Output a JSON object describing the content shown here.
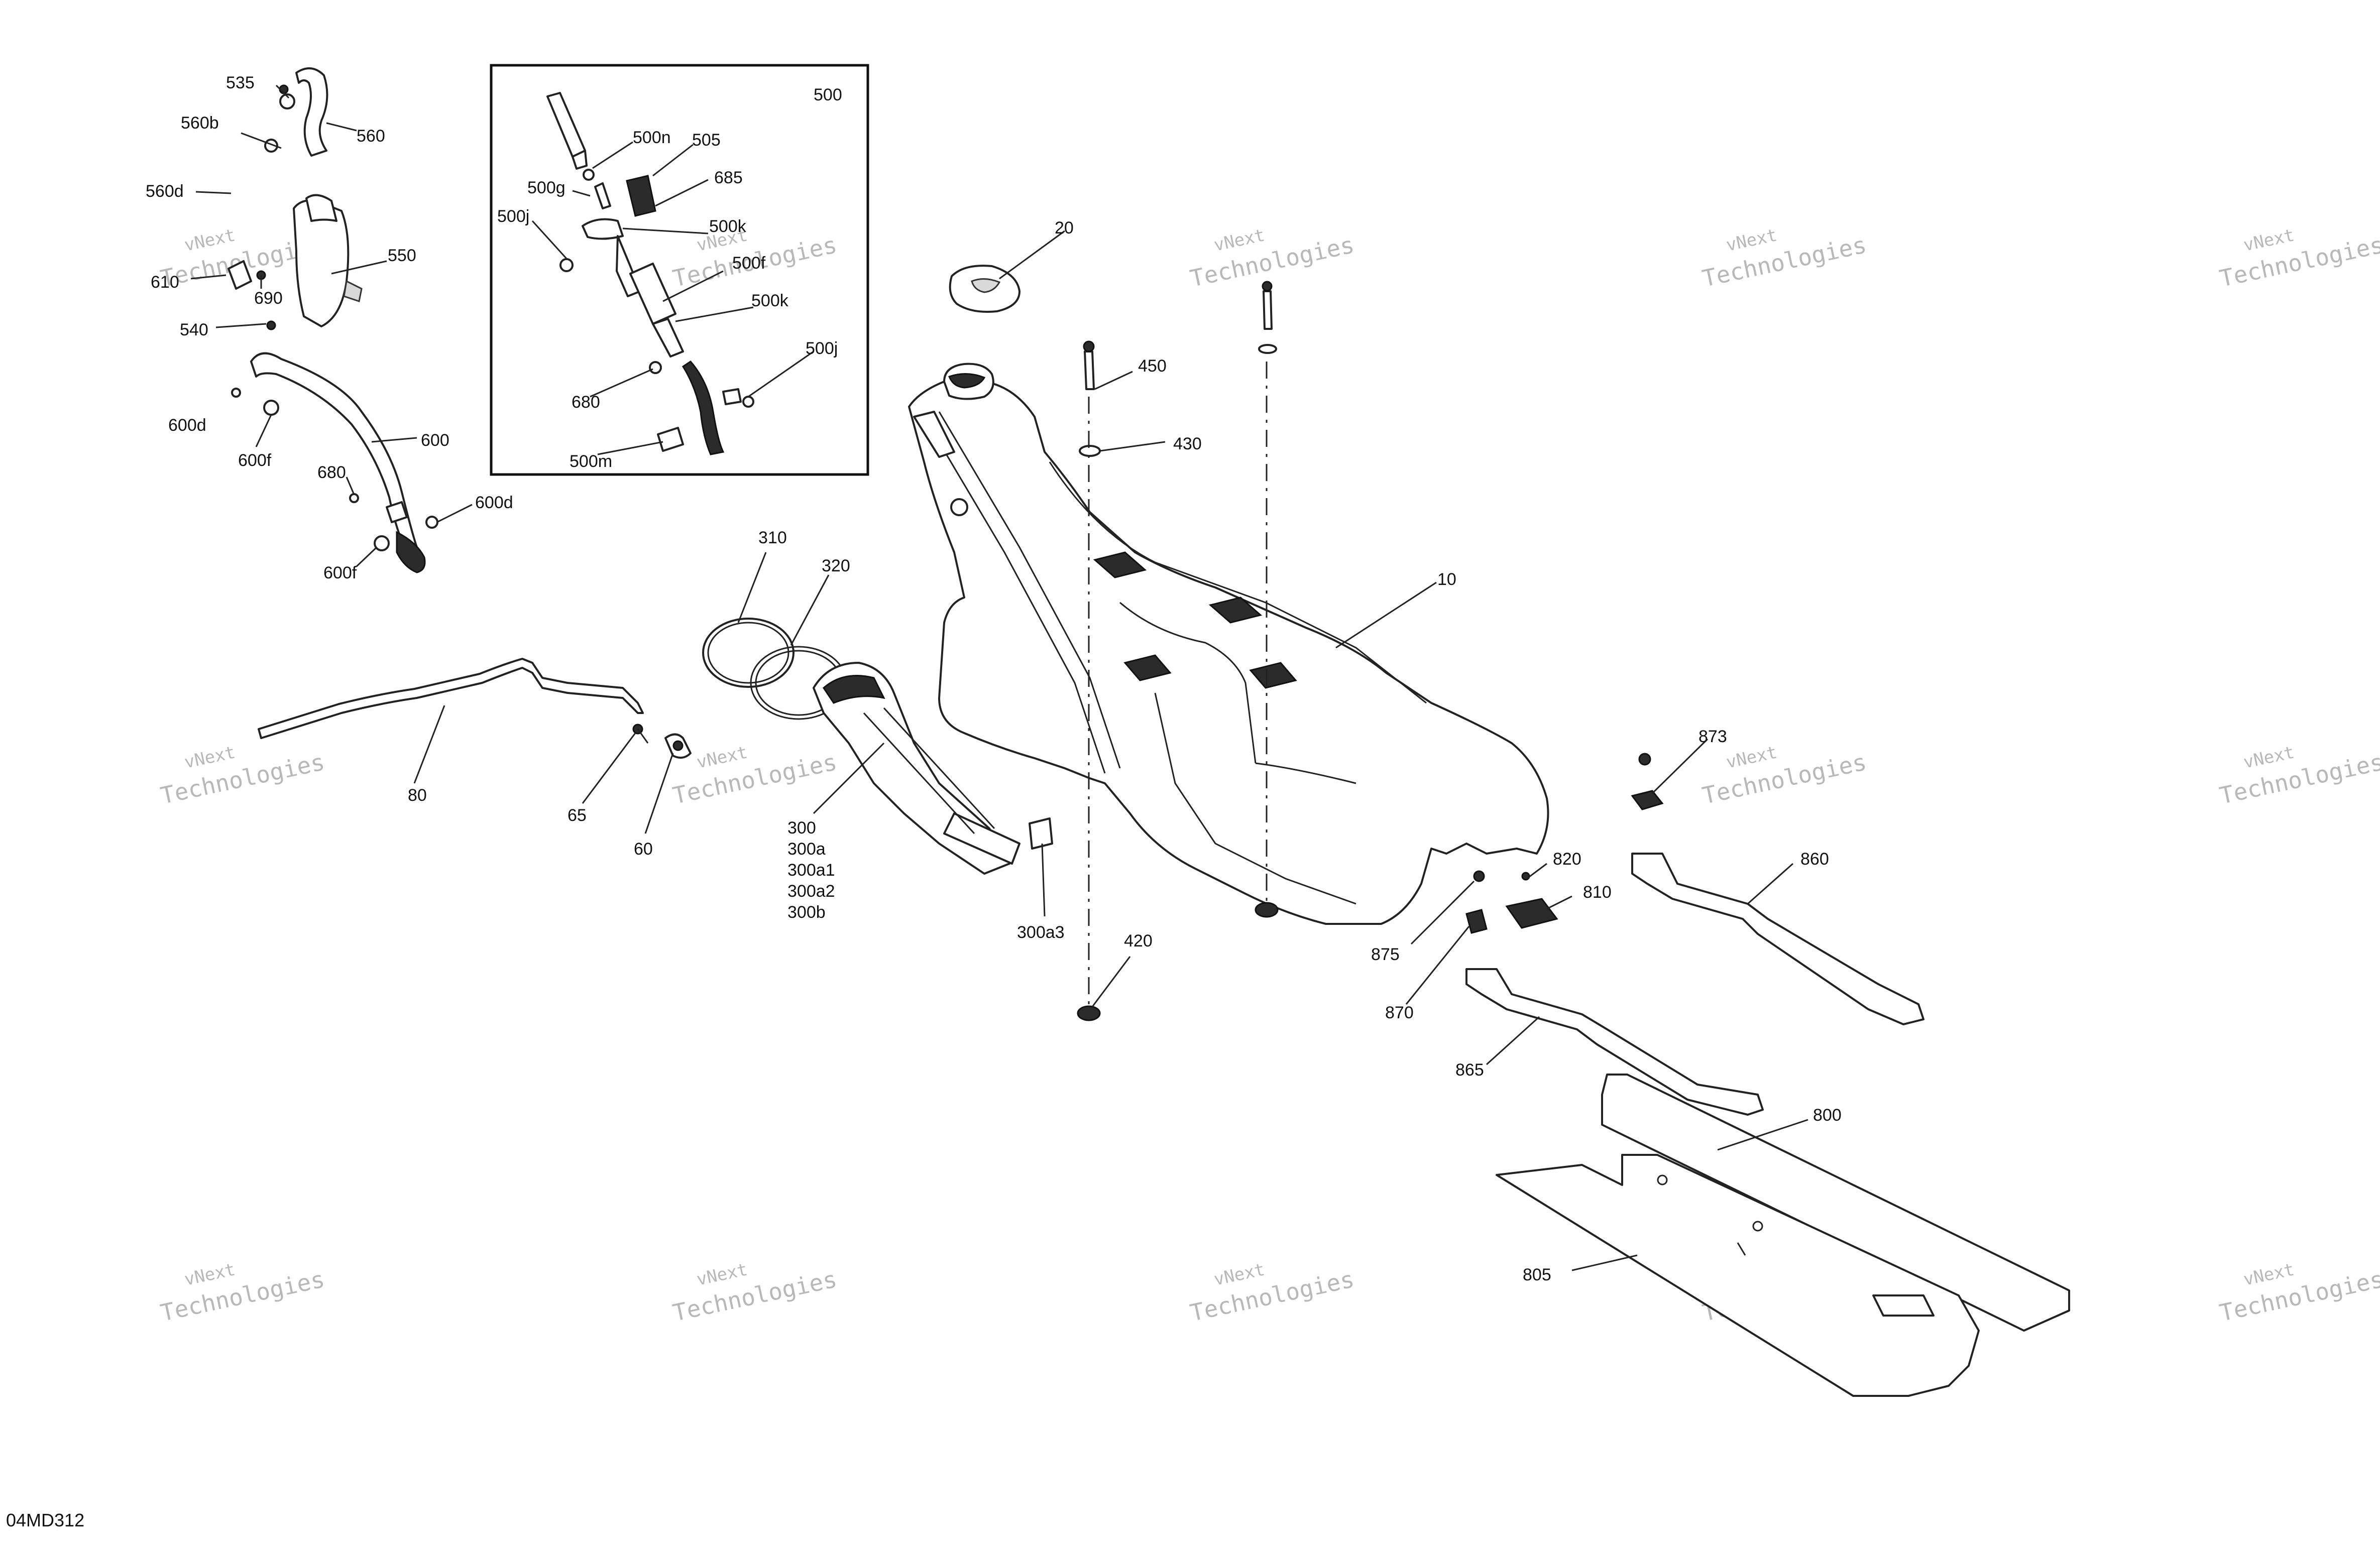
{
  "diagram": {
    "reference_code": "04MD312",
    "inset_title": "500",
    "watermark": {
      "line1": "vNext",
      "line2": "Technologies"
    },
    "callouts": {
      "c535": "535",
      "c560b": "560b",
      "c560": "560",
      "c560d": "560d",
      "c550": "550",
      "c610": "610",
      "c690": "690",
      "c540": "540",
      "c600d_a": "600d",
      "c600": "600",
      "c600f_a": "600f",
      "c680_a": "680",
      "c600d_b": "600d",
      "c600f_b": "600f",
      "c500n": "500n",
      "c505": "505",
      "c500g": "500g",
      "c685": "685",
      "c500j_a": "500j",
      "c500k_a": "500k",
      "c500f": "500f",
      "c500k_b": "500k",
      "c500j_b": "500j",
      "c680_b": "680",
      "c500m": "500m",
      "c20": "20",
      "c450": "450",
      "c430": "430",
      "c10": "10",
      "c310": "310",
      "c320": "320",
      "c80": "80",
      "c65": "65",
      "c60": "60",
      "c300": "300",
      "c300a": "300a",
      "c300a1": "300a1",
      "c300a2": "300a2",
      "c300b": "300b",
      "c300a3": "300a3",
      "c420": "420",
      "c873": "873",
      "c860": "860",
      "c820": "820",
      "c810": "810",
      "c875": "875",
      "c870": "870",
      "c865": "865",
      "c800": "800",
      "c805": "805"
    }
  }
}
